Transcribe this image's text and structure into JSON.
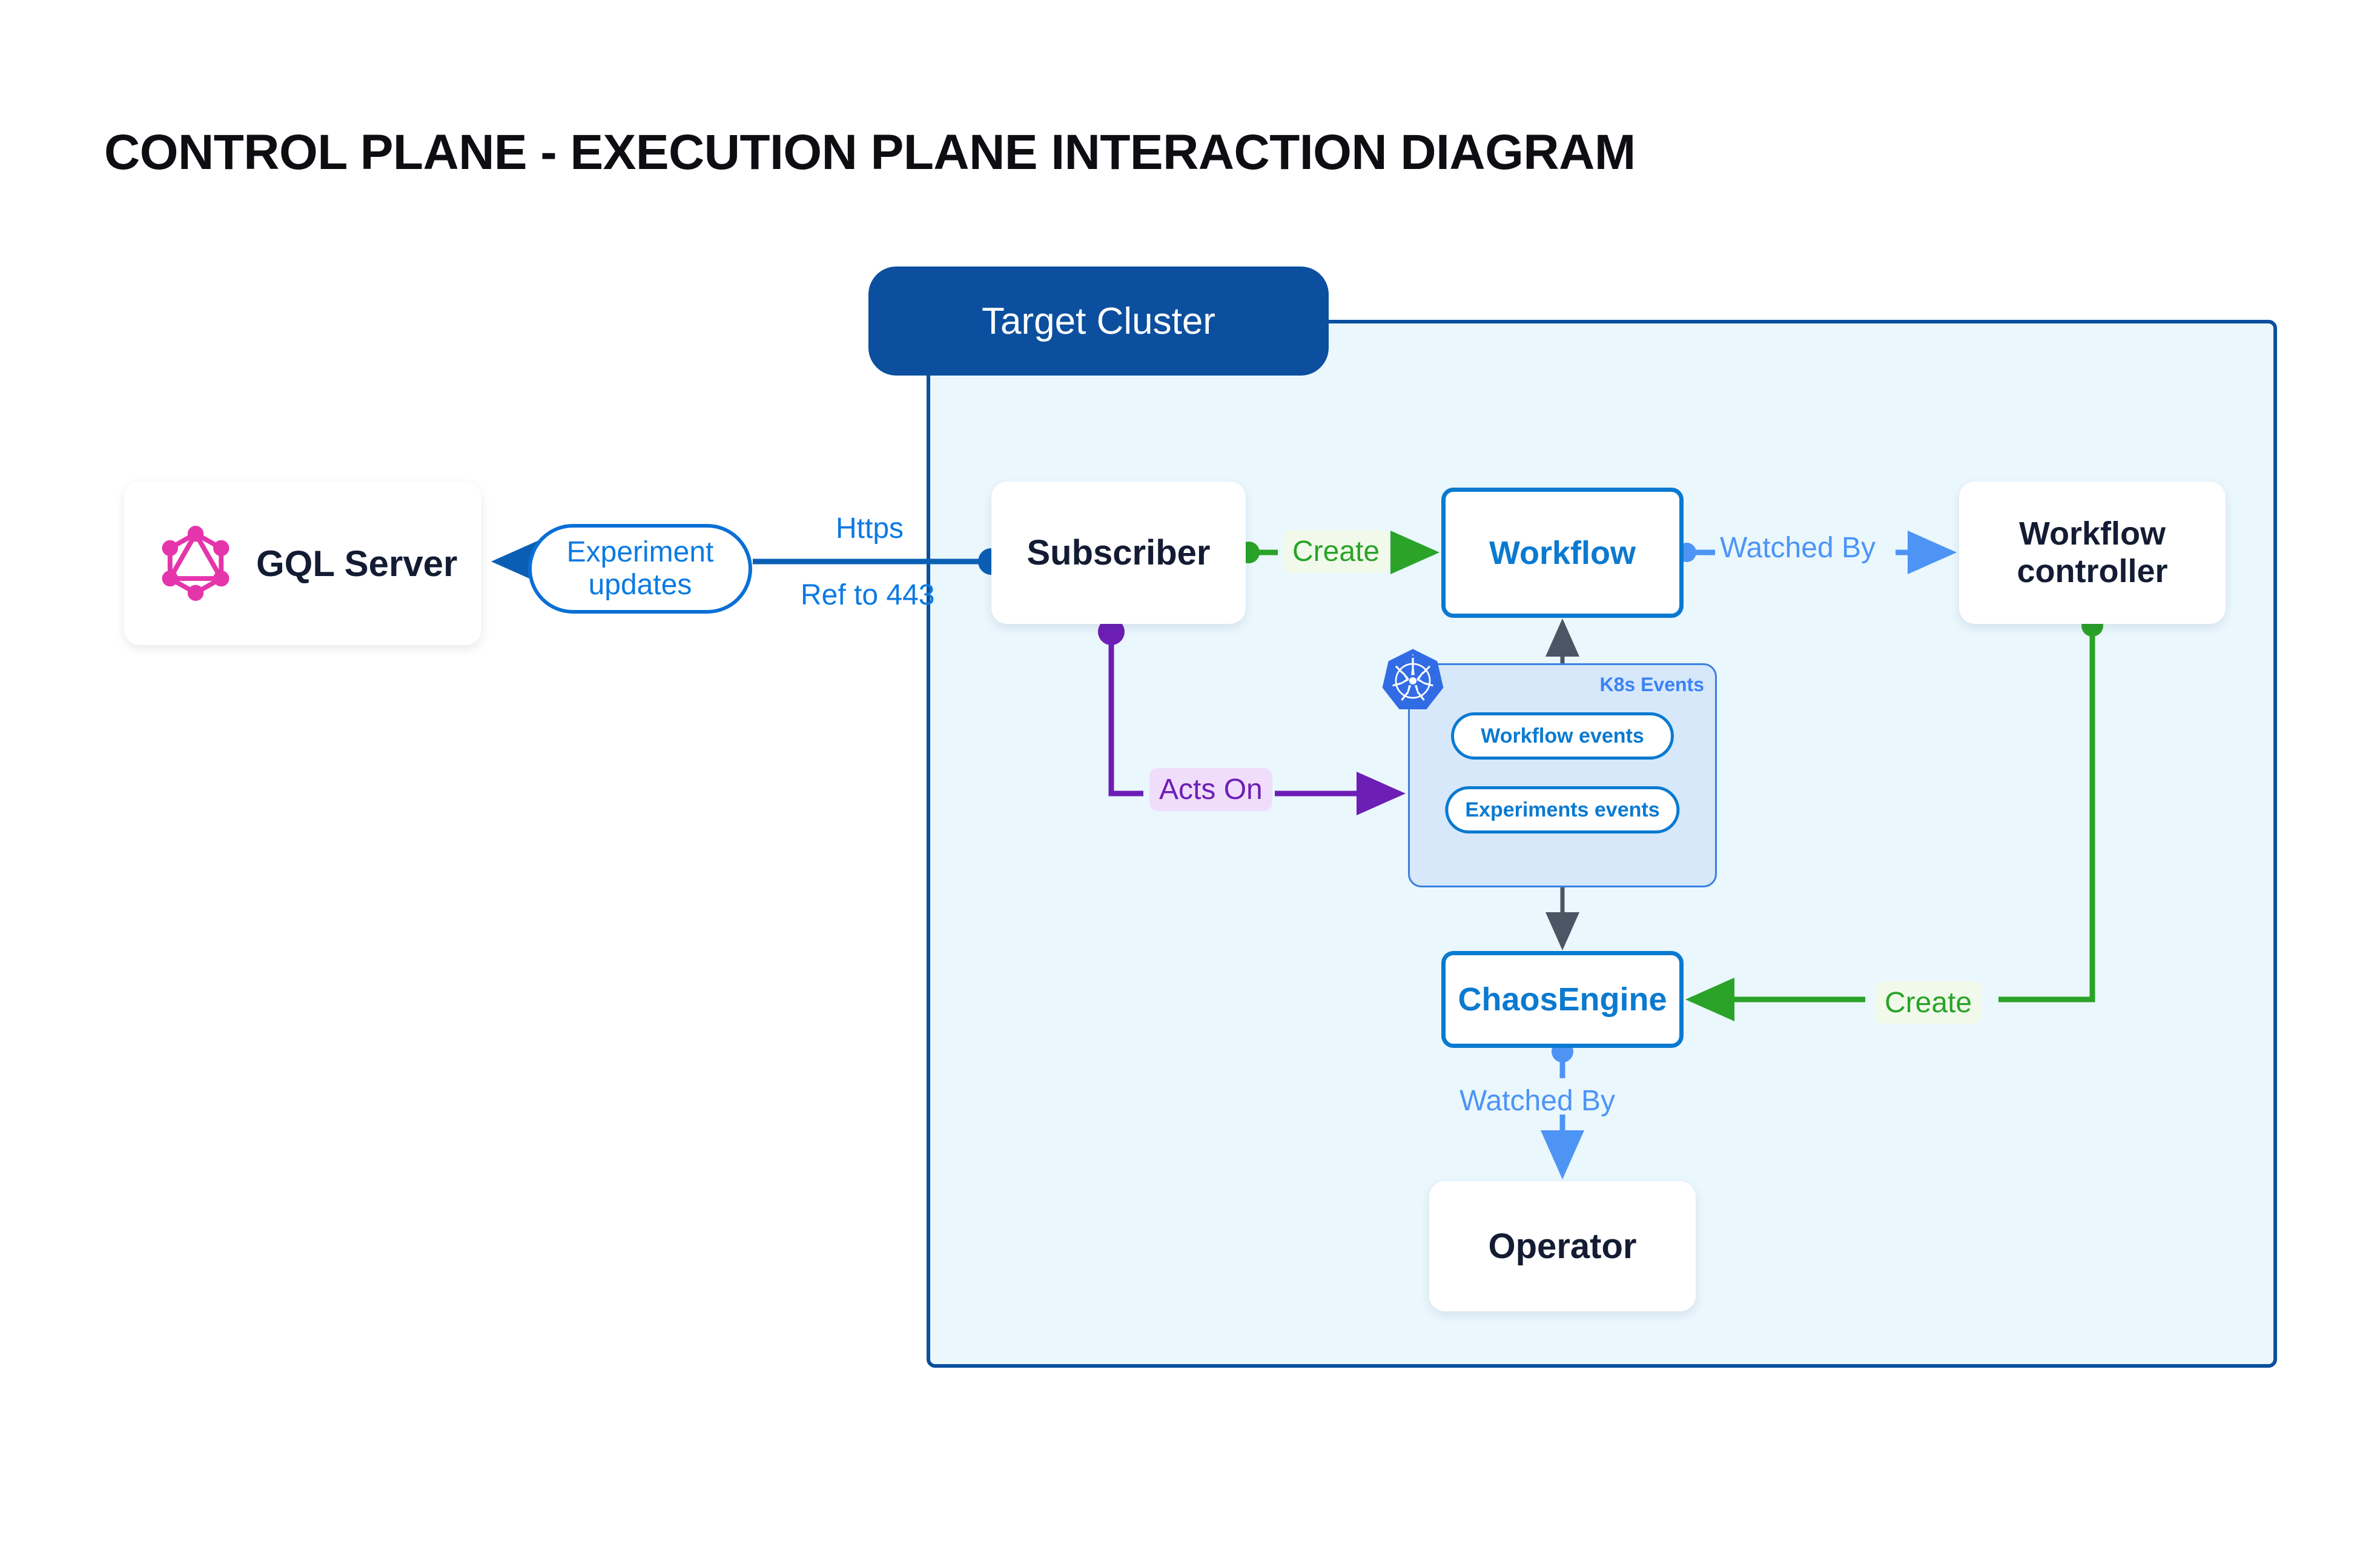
{
  "page": {
    "title": "CONTROL PLANE - EXECUTION PLANE INTERACTION DIAGRAM",
    "background": "#ffffff"
  },
  "colors": {
    "cluster_border": "#0b4f9e",
    "cluster_fill": "#eaf7fd",
    "blue_node": "#0a7ad0",
    "dark_text": "#131c33",
    "link_blue": "#0c7ae3",
    "link_light_blue": "#4d94f5",
    "link_green": "#2aa328",
    "link_purple": "#6d1fb5",
    "link_gray": "#4b5563",
    "graphql_pink": "#e535ab",
    "k8s_blue": "#326ce5",
    "events_panel_fill": "#d6e8fa",
    "events_panel_border": "#3b7fe0"
  },
  "cluster": {
    "label": "Target Cluster"
  },
  "nodes": {
    "gql_server": {
      "label": "GQL Server",
      "icon": "graphql-icon"
    },
    "subscriber": {
      "label": "Subscriber"
    },
    "workflow": {
      "label": "Workflow"
    },
    "workflow_controller": {
      "line1": "Workflow",
      "line2": "controller"
    },
    "chaosengine": {
      "label": "ChaosEngine"
    },
    "operator": {
      "label": "Operator"
    }
  },
  "k8s_events": {
    "title": "K8s Events",
    "icon": "kubernetes-icon",
    "pills": [
      {
        "label": "Workflow events"
      },
      {
        "label": "Experiments events"
      }
    ]
  },
  "edges": {
    "https": "Https",
    "ref_to_443": "Ref to 443",
    "experiment_updates": "Experiment updates",
    "create_subscriber_workflow": "Create",
    "watched_by_workflow_controller": "Watched By",
    "create_controller_chaosengine": "Create",
    "watched_by_chaosengine_operator": "Watched By",
    "acts_on": "Acts On"
  }
}
